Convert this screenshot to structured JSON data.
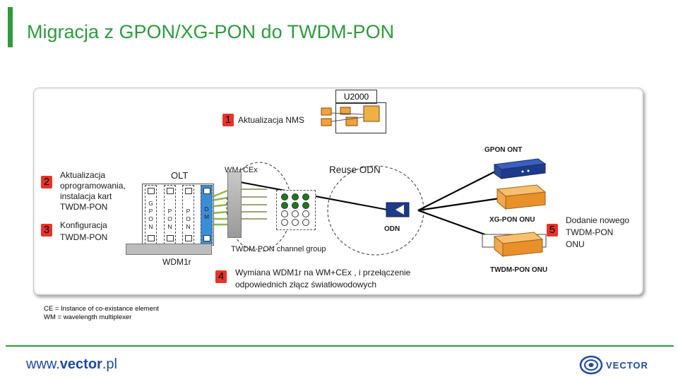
{
  "slide": {
    "title": "Migracja z GPON/XG-PON do TWDM-PON"
  },
  "nms": {
    "server_label": "U2000",
    "step_number": "1",
    "step_text": "Aktualizacja NMS"
  },
  "left_steps": [
    {
      "number": "2",
      "lines": [
        "Aktualizacja",
        "oprogramowania,",
        "instalacja kart",
        "TWDM-PON"
      ]
    },
    {
      "number": "3",
      "lines": [
        "Konfiguracja",
        "TWDM-PON"
      ]
    }
  ],
  "olt": {
    "label": "OLT",
    "slots": [
      {
        "letters": "G\nP\nO\nN",
        "color": "#ffffff"
      },
      {
        "letters": "\nP\nO\nN",
        "color": "#ffffff"
      },
      {
        "letters": "\nP\nO\nN",
        "color": "#ffffff"
      },
      {
        "letters": "\nD\nM",
        "color": "#3a8ed8"
      }
    ],
    "base_label": "WDM1r"
  },
  "wm": {
    "label": "WM+CEx",
    "channel_group_label": "TWDM-PON channel group"
  },
  "odn": {
    "title": "Reuse ODN",
    "label": "ODN"
  },
  "step4": {
    "number": "4",
    "lines": [
      "Wymiana WDM1r na WM+CEx , i przełączenie",
      "odpowiednich złącz światłowodowych"
    ]
  },
  "onus": {
    "gpon": "GPON ONT",
    "xgpon": "XG-PON ONU",
    "twdm": "TWDM-PON ONU"
  },
  "step5": {
    "number": "5",
    "lines": [
      "Dodanie nowego",
      "TWDM-PON",
      "ONU"
    ]
  },
  "legend": {
    "line1": "CE = Instance of co-existance element",
    "line2": "WM = wavelength multiplexer"
  },
  "footer": {
    "url_prefix": "www.",
    "url_brand": "vector",
    "url_suffix": ".pl",
    "logo_text": "VECTOR"
  },
  "colors": {
    "accent_green": "#2e9a3c",
    "step_red": "#e8332a",
    "fiber_green": "#8db84a",
    "brand_blue": "#1d4aa3"
  }
}
